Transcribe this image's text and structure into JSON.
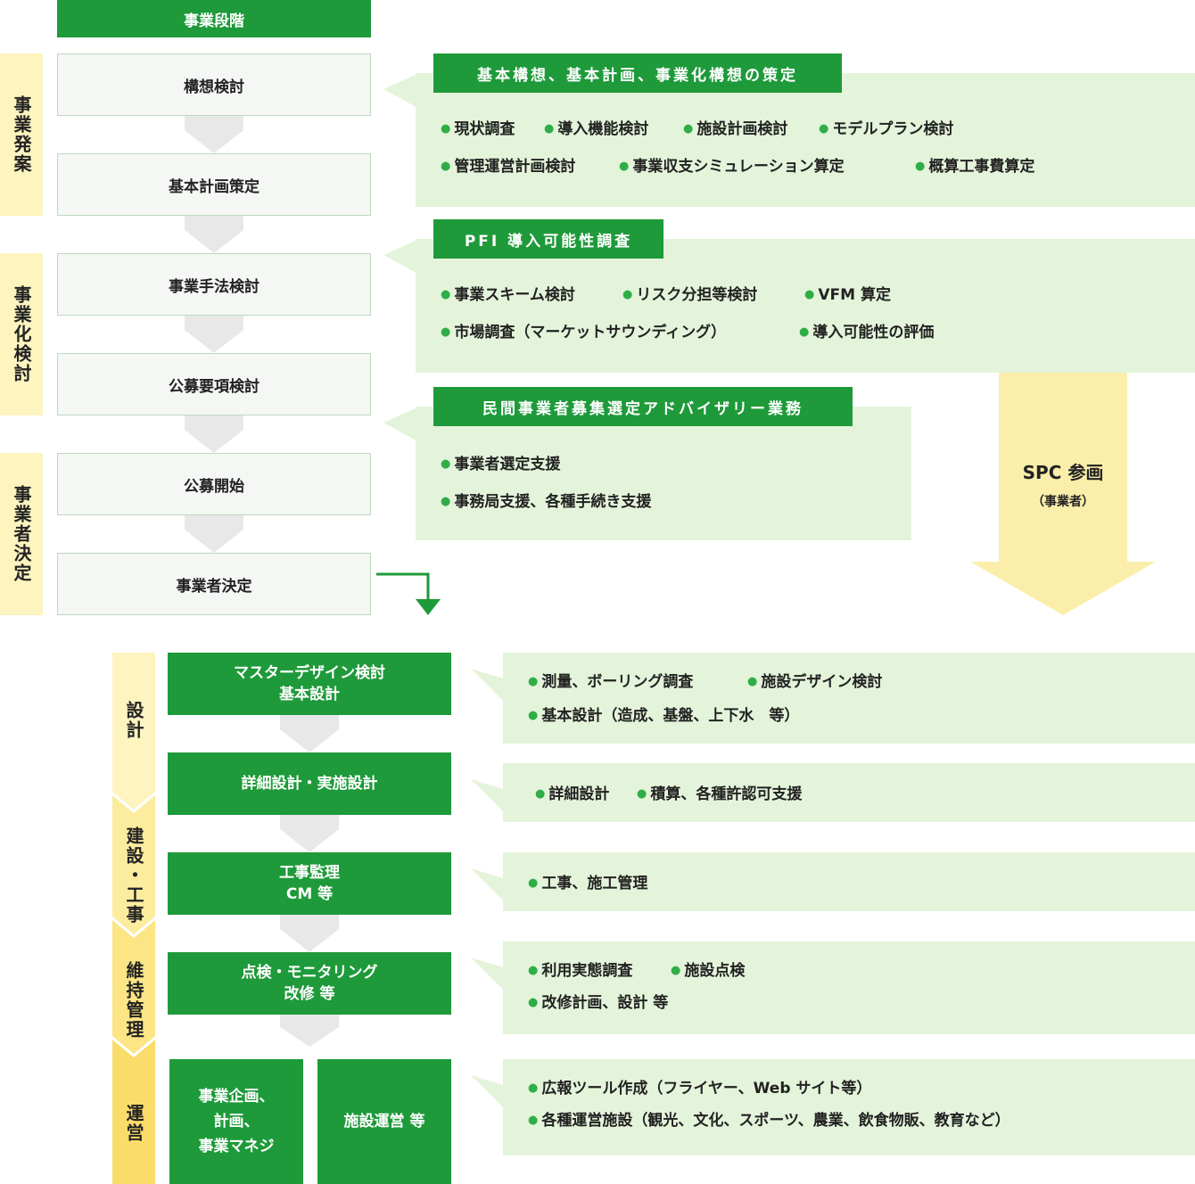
{
  "header": {
    "label": "事業段階"
  },
  "stages_top": [
    {
      "label": "事業発案"
    },
    {
      "label": "事業化検討"
    },
    {
      "label": "事業者決定"
    }
  ],
  "steps_top": [
    {
      "label": "構想検討"
    },
    {
      "label": "基本計画策定"
    },
    {
      "label": "事業手法検討"
    },
    {
      "label": "公募要項検討"
    },
    {
      "label": "公募開始"
    },
    {
      "label": "事業者決定"
    }
  ],
  "panels_top": [
    {
      "title": "基本構想、基本計画、事業化構想の策定",
      "items": [
        "現状調査",
        "導入機能検討",
        "施設計画検討",
        "モデルプラン検討",
        "管理運営計画検討",
        "事業収支シミュレーション算定",
        "概算工事費算定"
      ]
    },
    {
      "title": "PFI 導入可能性調査",
      "items": [
        "事業スキーム検討",
        "リスク分担等検討",
        "VFM 算定",
        "市場調査（マーケットサウンディング）",
        "導入可能性の評価"
      ]
    },
    {
      "title": "民間事業者募集選定アドバイザリー業務",
      "items": [
        "事業者選定支援",
        "事務局支援、各種手続き支援"
      ]
    }
  ],
  "spc": {
    "title": "SPC 参画",
    "sub": "（事業者）"
  },
  "stages_bottom": [
    {
      "label": "設計"
    },
    {
      "label": "建設・工事"
    },
    {
      "label": "維持管理"
    },
    {
      "label": "運営"
    }
  ],
  "steps_bottom": [
    {
      "line1": "マスターデザイン検討",
      "line2": "基本設計"
    },
    {
      "line1": "詳細設計・実施設計",
      "line2": ""
    },
    {
      "line1": "工事監理",
      "line2": "CM 等"
    },
    {
      "line1": "点検・モニタリング",
      "line2": "改修 等"
    },
    {
      "line1": "事業企画、",
      "line2": "計画、",
      "line3": "事業マネジ"
    },
    {
      "line1": "施設運営 等"
    }
  ],
  "panels_bottom": [
    {
      "items": [
        "測量、ボーリング調査",
        "施設デザイン検討",
        "基本設計（造成、基盤、上下水　等）"
      ]
    },
    {
      "items": [
        "詳細設計",
        "積算、各種許認可支援"
      ]
    },
    {
      "items": [
        "工事、施工管理"
      ]
    },
    {
      "items": [
        "利用実態調査",
        "施設点検",
        "改修計画、設計 等"
      ]
    },
    {
      "items": [
        "広報ツール作成（フライヤー、Web サイト等）",
        "各種運営施設（観光、文化、スポーツ、農業、飲食物販、教育など）"
      ]
    }
  ],
  "colors": {
    "green": "#1e9a3a",
    "yellow": "#fdf4bf",
    "panel": "#e4f4db",
    "bullet": "#2fae48"
  }
}
